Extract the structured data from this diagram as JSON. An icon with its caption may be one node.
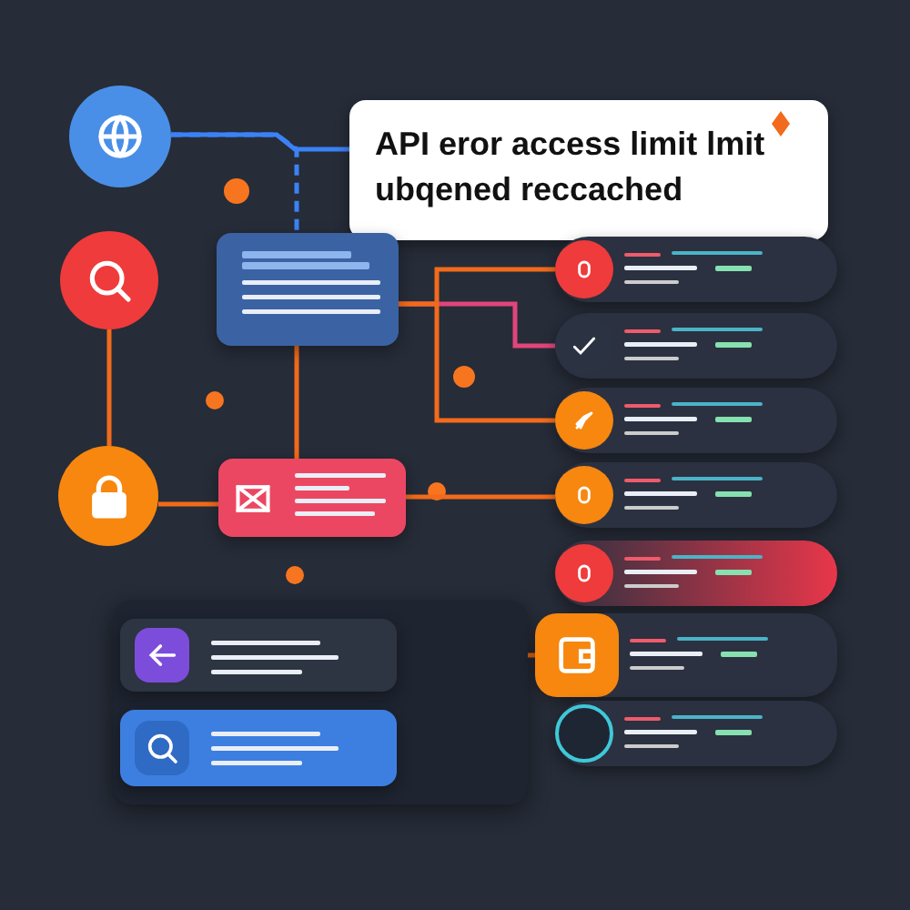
{
  "diagram": {
    "nodes": [
      {
        "text": [
          "API eror access limit lmit ubqened reccached"
        ]
      },
      {
        "text": [],
        "shape": "circle"
      },
      {
        "text": [],
        "shape": "circle"
      },
      {
        "text": [],
        "shape": "box"
      },
      {
        "text": [],
        "shape": "circle"
      },
      {
        "text": [],
        "shape": "box"
      },
      {
        "text": [],
        "shape": "box"
      },
      {
        "text": [],
        "shape": "box",
        "in": 6
      },
      {
        "text": [],
        "shape": "box",
        "in": 6
      },
      {
        "text": [],
        "shape": "box"
      },
      {
        "text": [],
        "shape": "box"
      },
      {
        "text": [],
        "shape": "box"
      },
      {
        "text": [],
        "shape": "box"
      },
      {
        "text": [],
        "shape": "box"
      },
      {
        "text": [],
        "shape": "box"
      },
      {
        "text": [],
        "shape": "box"
      }
    ],
    "edges": [
      {
        "from": 1,
        "to": 0,
        "arrow": "none",
        "color": "#3b82f6"
      },
      {
        "from": 1,
        "to": 3,
        "arrow": "none",
        "style": "dashed",
        "color": "#3b82f6"
      },
      {
        "from": 2,
        "to": 4,
        "arrow": "none"
      },
      {
        "from": 4,
        "to": 5,
        "arrow": "none"
      },
      {
        "from": 3,
        "to": 5,
        "arrow": "none"
      },
      {
        "from": 3,
        "to": 9,
        "arrow": "none"
      },
      {
        "from": 3,
        "to": 10,
        "arrow": "none",
        "color": "#e0457b"
      },
      {
        "from": 3,
        "to": 11,
        "arrow": "none"
      },
      {
        "from": 5,
        "to": 12,
        "arrow": "none"
      },
      {
        "from": 7,
        "to": 14,
        "arrow": "none"
      }
    ]
  }
}
